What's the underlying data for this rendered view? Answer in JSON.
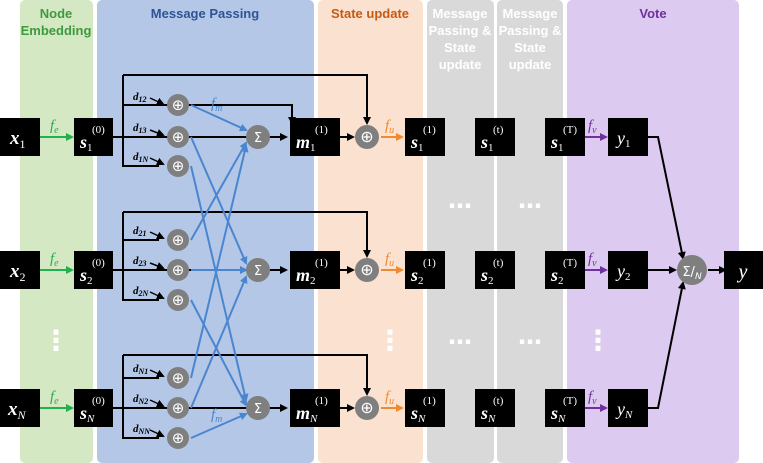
{
  "stages": {
    "node_embedding": {
      "line1": "Node",
      "line2": "Embedding"
    },
    "message_passing": {
      "label": "Message Passing"
    },
    "state_update": {
      "label": "State update"
    },
    "mp_su": {
      "line1": "Message",
      "line2": "Passing &",
      "line3": "State",
      "line4": "update"
    },
    "vote": {
      "label": "Vote"
    }
  },
  "functions": {
    "embed": {
      "f": "f",
      "sub": "e"
    },
    "message": {
      "f": "f",
      "sub": "m"
    },
    "update": {
      "f": "f",
      "sub": "u"
    },
    "vote": {
      "f": "f",
      "sub": "v"
    }
  },
  "rows": [
    {
      "x_sub": "1",
      "s_sub": "1",
      "m_sub": "1",
      "y_sub": "1",
      "d": [
        "12",
        "13",
        "1N"
      ]
    },
    {
      "x_sub": "2",
      "s_sub": "2",
      "m_sub": "2",
      "y_sub": "2",
      "d": [
        "21",
        "23",
        "2N"
      ]
    },
    {
      "x_sub": "N",
      "s_sub": "N",
      "m_sub": "N",
      "y_sub": "N",
      "d": [
        "N1",
        "N2",
        "NN"
      ]
    }
  ],
  "symbols": {
    "x": "x",
    "s": "s",
    "m": "m",
    "y": "y",
    "d": "d",
    "sup0": "(0)",
    "sup1": "(1)",
    "supt": "(t)",
    "supT": "(T)",
    "sum": "Σ",
    "plus": "⊕",
    "output": "y",
    "vote_sym": "Σ",
    "vote_div": "/",
    "vote_n": "N",
    "ellipsis_h": "…",
    "ellipsis_v": "⋮"
  },
  "colors": {
    "embedding_bg": "#d5e8c4",
    "message_bg": "#b4c7e7",
    "update_bg": "#fbe1cf",
    "mpsu_bg": "#d9d9d9",
    "vote_bg": "#ddcaf0",
    "embedding_title": "#3d9a3d",
    "message_title": "#2f5496",
    "update_title": "#c55a11",
    "mpsu_title": "#ffffff",
    "vote_title": "#7030a0",
    "green_arrow": "#22b14c",
    "blue_arrow": "#4a86cf",
    "orange_arrow": "#f08a30",
    "purple_arrow": "#7030a0",
    "op_circle": "#7f7f7f"
  }
}
